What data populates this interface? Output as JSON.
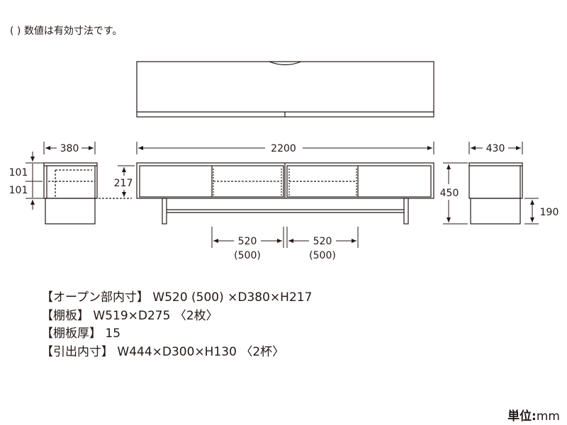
{
  "note": "( ) 数値は有効寸法です。",
  "dimensions": {
    "side_width": "380",
    "total_width": "2200",
    "right_width": "430",
    "side_upper": "101",
    "side_lower": "101",
    "inner_height": "217",
    "total_height": "450",
    "leg_height": "190",
    "open_left": "520",
    "open_left_eff": "(500)",
    "open_right": "520",
    "open_right_eff": "(500)"
  },
  "specs": [
    "【オープン部内寸】 W520 (500) ×D380×H217",
    "【棚板】 W519×D275 〈2枚〉",
    "【棚板厚】 15",
    "【引出内寸】 W444×D300×H130 〈2杯〉"
  ],
  "unit": {
    "label": "単位:",
    "value": "mm"
  }
}
